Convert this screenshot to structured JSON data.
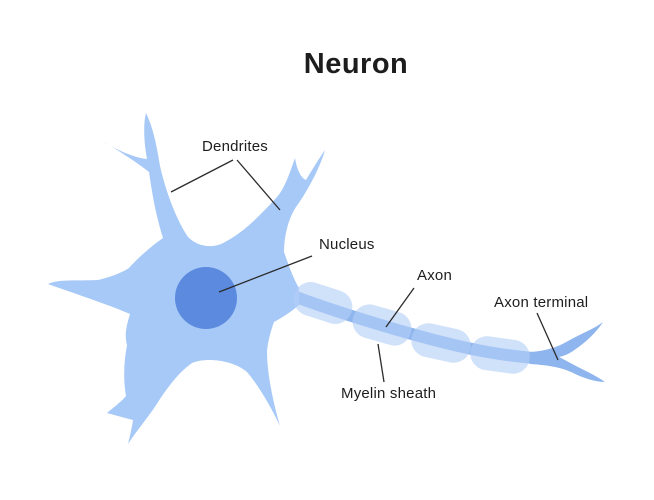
{
  "title": "Neuron",
  "labels": {
    "dendrites": "Dendrites",
    "nucleus": "Nucleus",
    "axon": "Axon",
    "axon_terminal": "Axon terminal",
    "myelin_sheath": "Myelin sheath"
  },
  "colors": {
    "background": "#ffffff",
    "cell_body": "#a7c9f7",
    "nucleus": "#5b8ade",
    "axon": "#8fb5ee",
    "myelin": "#b3cef7",
    "text": "#1d1d1d",
    "leader_line": "#2b2b2b"
  }
}
